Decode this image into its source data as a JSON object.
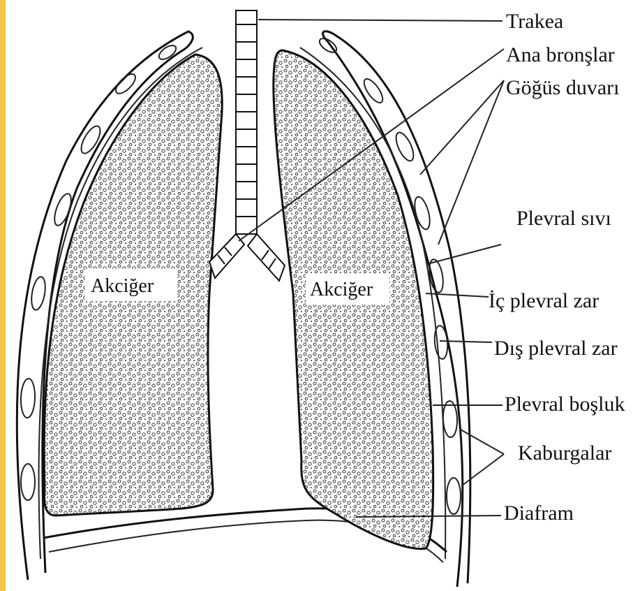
{
  "diagram": {
    "frame_color": "#f3c44d",
    "organs": {
      "left_lung": "Akciğer",
      "right_lung": "Akciğer"
    },
    "labels": {
      "trachea": "Trakea",
      "main_bronchi": "Ana bronşlar",
      "chest_wall": "Göğüs duvarı",
      "pleural_fluid": "Plevral sıvı",
      "visceral_pleura": "İç plevral zar",
      "parietal_pleura": "Dış plevral zar",
      "pleural_cavity": "Plevral boşluk",
      "ribs": "Kaburgalar",
      "diaphragm": "Diafram"
    }
  }
}
